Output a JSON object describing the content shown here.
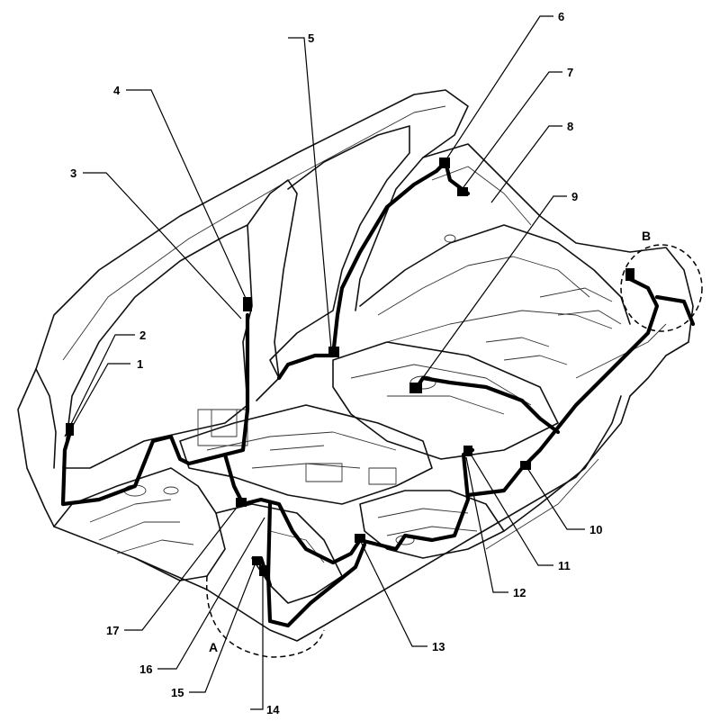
{
  "callouts": [
    "1",
    "2",
    "3",
    "4",
    "5",
    "6",
    "7",
    "8",
    "9",
    "10",
    "11",
    "12",
    "13",
    "14",
    "15",
    "16",
    "17"
  ],
  "zones": [
    "A",
    "B"
  ]
}
